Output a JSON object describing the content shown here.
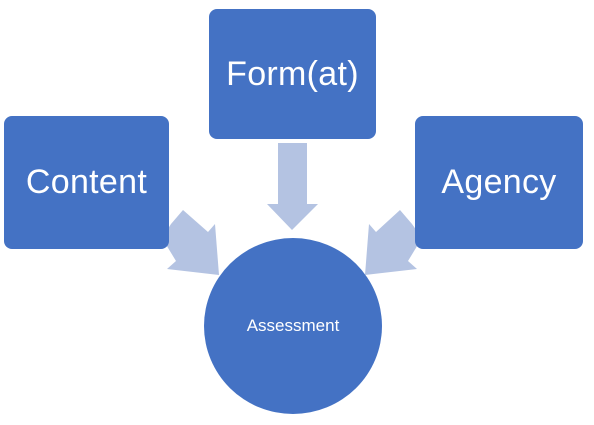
{
  "diagram": {
    "nodes": {
      "content": {
        "label": "Content"
      },
      "format": {
        "label": "Form(at)"
      },
      "agency": {
        "label": "Agency"
      },
      "assessment": {
        "label": "Assessment"
      }
    },
    "edges": [
      {
        "from": "content",
        "to": "assessment"
      },
      {
        "from": "format",
        "to": "assessment"
      },
      {
        "from": "agency",
        "to": "assessment"
      }
    ],
    "colors": {
      "node_fill": "#4472c4",
      "arrow_fill": "#b4c3e2",
      "text": "#ffffff"
    }
  }
}
